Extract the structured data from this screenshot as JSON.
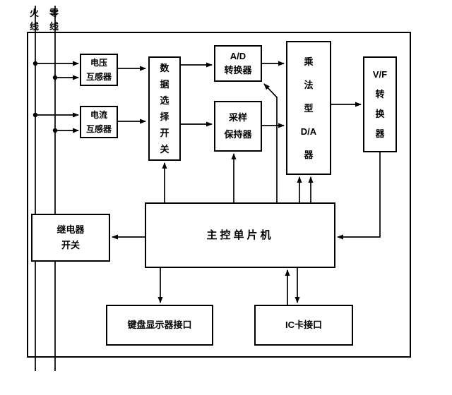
{
  "diagram": {
    "title_hint": "IC card electricity meter block diagram",
    "colors": {
      "line": "#000000",
      "background": "#ffffff"
    },
    "power_lines": {
      "live_label": "火线",
      "neutral_label": "零线"
    },
    "blocks": {
      "voltage_transformer": {
        "label": "电压\n互感器"
      },
      "current_transformer": {
        "label": "电流\n互感器"
      },
      "data_selector": {
        "label": "数\n据\n选\n择\n开\n关"
      },
      "ad_converter": {
        "label": "A/D\n转换器"
      },
      "sample_hold": {
        "label": "采样\n保持器"
      },
      "multiplying_da": {
        "label": "乘\n法\n型\nD/A\n器"
      },
      "vf_converter": {
        "label": "V/F\n转\n换\n器"
      },
      "relay_switch": {
        "label": "继电器\n开关"
      },
      "mcu": {
        "label": "主控单片机"
      },
      "keyboard_display": {
        "label": "键盘显示器接口"
      },
      "ic_card": {
        "label": "IC卡接口"
      }
    },
    "connections": [
      {
        "from": "live_line",
        "to": "voltage_transformer"
      },
      {
        "from": "neutral_line",
        "to": "voltage_transformer"
      },
      {
        "from": "live_line",
        "to": "current_transformer"
      },
      {
        "from": "neutral_line",
        "to": "current_transformer"
      },
      {
        "from": "voltage_transformer",
        "to": "data_selector"
      },
      {
        "from": "current_transformer",
        "to": "data_selector"
      },
      {
        "from": "data_selector",
        "to": "ad_converter"
      },
      {
        "from": "data_selector",
        "to": "sample_hold"
      },
      {
        "from": "ad_converter",
        "to": "multiplying_da"
      },
      {
        "from": "sample_hold",
        "to": "multiplying_da"
      },
      {
        "from": "multiplying_da",
        "to": "vf_converter"
      },
      {
        "from": "vf_converter",
        "to": "mcu"
      },
      {
        "from": "mcu",
        "to": "relay_switch"
      },
      {
        "from": "mcu",
        "to": "data_selector"
      },
      {
        "from": "mcu",
        "to": "sample_hold"
      },
      {
        "from": "mcu",
        "to": "ad_converter"
      },
      {
        "from": "mcu",
        "to": "multiplying_da"
      },
      {
        "from": "mcu",
        "to": "multiplying_da"
      },
      {
        "from": "mcu",
        "to": "keyboard_display"
      },
      {
        "from": "mcu",
        "to": "ic_card"
      },
      {
        "from": "ic_card",
        "to": "mcu"
      }
    ]
  }
}
